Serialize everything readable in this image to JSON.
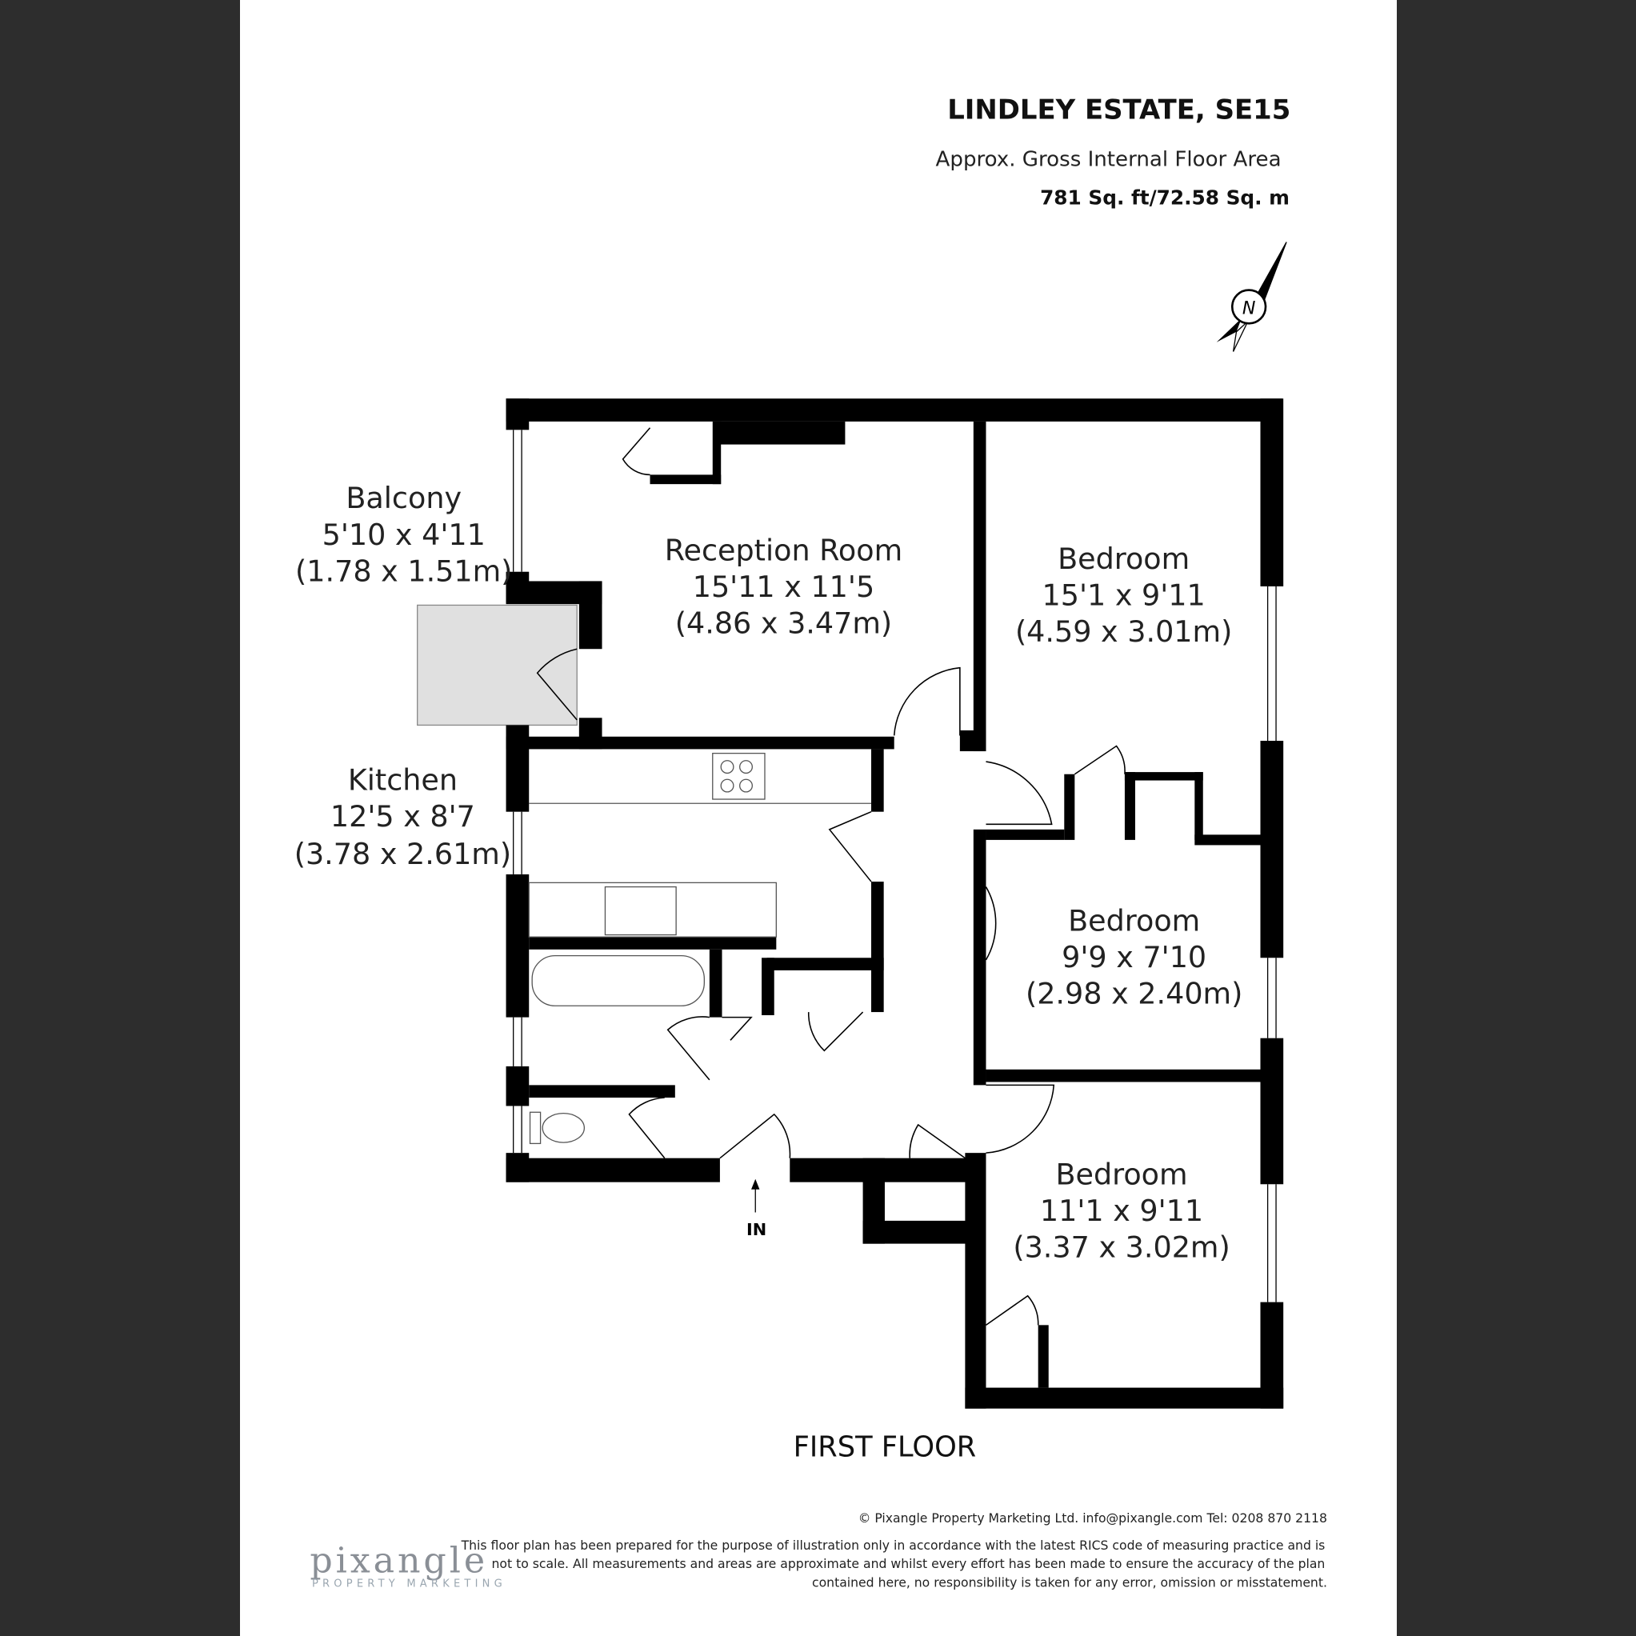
{
  "header": {
    "title": "LINDLEY ESTATE, SE15",
    "area_label": "Approx. Gross Internal Floor Area",
    "area_value": "781 Sq. ft/72.58 Sq. m",
    "compass_letter": "N"
  },
  "rooms": [
    {
      "name": "Reception Room",
      "imperial": "15'11 x 11'5",
      "metric": "(4.86 x 3.47m)"
    },
    {
      "name": "Bedroom",
      "imperial": "15'1 x 9'11",
      "metric": "(4.59 x 3.01m)"
    },
    {
      "name": "Balcony",
      "imperial": "5'10 x 4'11",
      "metric": "(1.78 x 1.51m)"
    },
    {
      "name": "Kitchen",
      "imperial": "12'5 x 8'7",
      "metric": "(3.78 x 2.61m)"
    },
    {
      "name": "Bedroom",
      "imperial": "9'9 x 7'10",
      "metric": "(2.98 x 2.40m)"
    },
    {
      "name": "Bedroom",
      "imperial": "11'1 x 9'11",
      "metric": "(3.37 x 3.02m)"
    }
  ],
  "entrance_label": "IN",
  "floor_label": "FIRST FLOOR",
  "footer": {
    "copyright": "© Pixangle Property Marketing Ltd. info@pixangle.com Tel: 0208 870 2118",
    "disclaimer": [
      "This floor plan has been prepared for the purpose of illustration only in accordance with the latest RICS code of measuring practice and is",
      "not to scale. All measurements and areas are approximate and whilst every effort has been made to ensure the accuracy of the plan",
      "contained here, no responsibility is taken for any error, omission or misstatement."
    ],
    "logo_text": "pixangle",
    "logo_sub": "PROPERTY MARKETING"
  },
  "colors": {
    "background": "#2d2d2d",
    "wall": "#000000",
    "balcony": "#e0e0e0",
    "logo": "#8a8f96"
  }
}
